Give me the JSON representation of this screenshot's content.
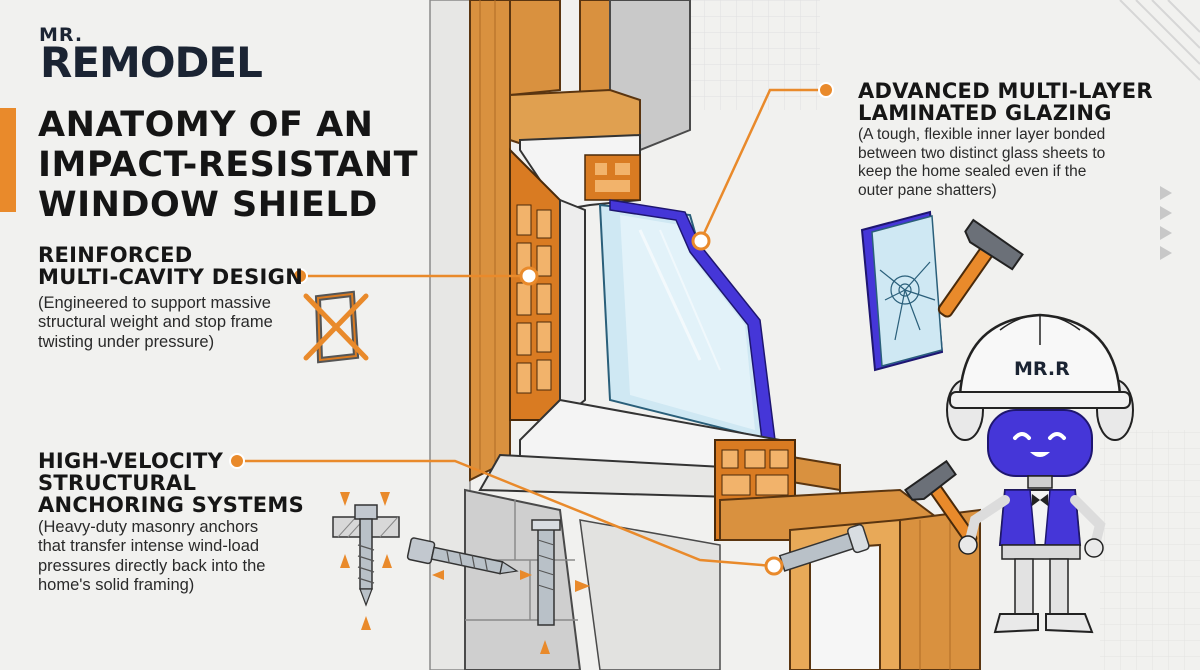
{
  "brand": {
    "logo_top": "MR.",
    "logo_main_pre": "RE",
    "logo_main_dot": "",
    "logo_main_post": "MODEL",
    "helmet_text": "MR.R"
  },
  "title": {
    "line1": "ANATOMY OF AN",
    "line2": "IMPACT-RESISTANT",
    "line3": "WINDOW SHIELD"
  },
  "callouts": {
    "glazing": {
      "title_line1": "ADVANCED MULTI-LAYER",
      "title_line2": "LAMINATED GLAZING",
      "desc_line1": "(A tough, flexible inner layer bonded",
      "desc_line2": "between two distinct glass sheets to",
      "desc_line3": "keep the home sealed even if the",
      "desc_line4": "outer pane shatters)"
    },
    "cavity": {
      "title_line1": "REINFORCED",
      "title_line2": "MULTI-CAVITY DESIGN",
      "desc_line1": "(Engineered to support massive",
      "desc_line2": "structural weight and stop frame",
      "desc_line3": "twisting under pressure)"
    },
    "anchoring": {
      "title_line1": "HIGH-VELOCITY",
      "title_line2": "STRUCTURAL",
      "title_line3": "ANCHORING SYSTEMS",
      "desc_line1": "(Heavy-duty masonry anchors",
      "desc_line2": "that transfer intense wind-load",
      "desc_line3": "pressures directly back into the",
      "desc_line4": "home's solid framing)"
    }
  },
  "colors": {
    "accent_orange": "#e98a2b",
    "wood": "#d9913f",
    "glass": "#cfe8f3",
    "interlayer": "#4536d8",
    "navy": "#1b2433",
    "concrete": "#c9c9c9",
    "frame_white": "#f4f4f4"
  },
  "icons": [
    "twist-frame-icon",
    "hammer-icon",
    "shattered-glass-icon",
    "anchor-bolt-icon",
    "screw-icon",
    "robot-mascot-icon"
  ]
}
